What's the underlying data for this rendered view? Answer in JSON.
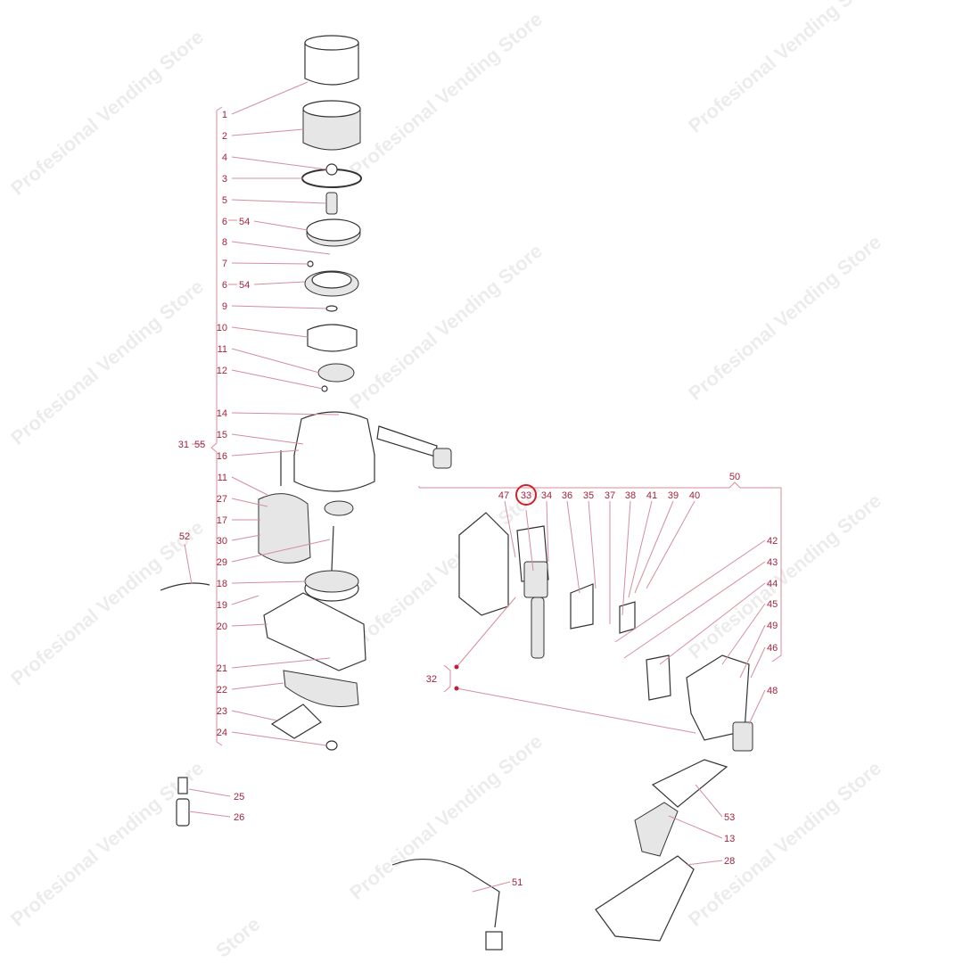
{
  "watermark": "Profesional Vending Store",
  "watermark_partial": "Store",
  "labels": {
    "l1": "1",
    "l2": "2",
    "l4": "4",
    "l3": "3",
    "l5": "5",
    "l6a": "6",
    "l54a": "54",
    "l8": "8",
    "l7": "7",
    "l6b": "6",
    "l54b": "54",
    "l9": "9",
    "l10": "10",
    "l11a": "11",
    "l12": "12",
    "l14": "14",
    "l15": "15",
    "l16": "16",
    "l11b": "11",
    "l27": "27",
    "l17": "17",
    "l30": "30",
    "l29": "29",
    "l18": "18",
    "l19": "19",
    "l20": "20",
    "l21": "21",
    "l22": "22",
    "l23": "23",
    "l24": "24",
    "l31": "31",
    "l55": "55",
    "l52": "52",
    "l25": "25",
    "l26": "26",
    "l50": "50",
    "l47": "47",
    "l33": "33",
    "l34": "34",
    "l36": "36",
    "l35": "35",
    "l37": "37",
    "l38": "38",
    "l41": "41",
    "l39": "39",
    "l40": "40",
    "l42": "42",
    "l43": "43",
    "l44": "44",
    "l45": "45",
    "l49": "49",
    "l46": "46",
    "l48": "48",
    "l32": "32",
    "l53": "53",
    "l13": "13",
    "l28": "28",
    "l51": "51"
  },
  "highlight_color": "#d0202a",
  "label_color": "#a3233d"
}
